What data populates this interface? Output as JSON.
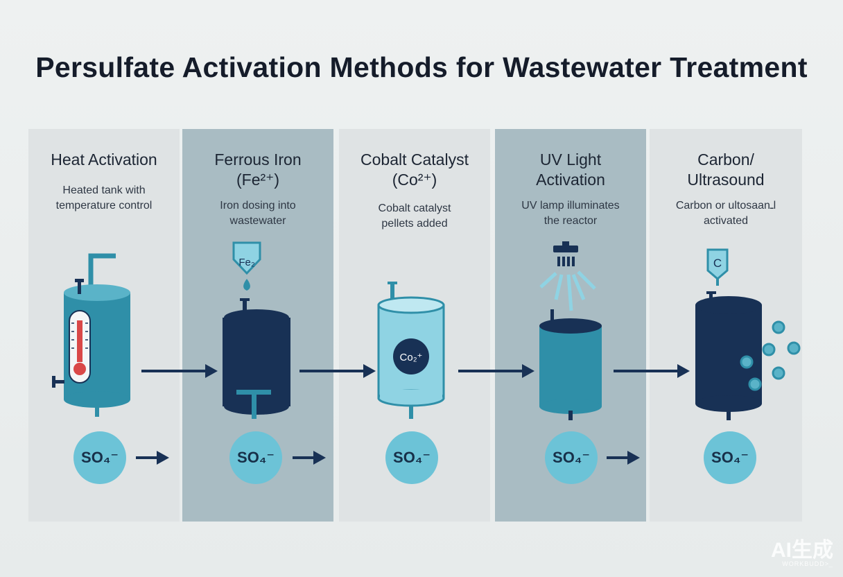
{
  "title": "Persulfate Activation Methods for Wastewater Treatment",
  "colors": {
    "panel_light": "#dfe3e4",
    "panel_dark": "#a9bcc3",
    "teal": "#2f8fa8",
    "navy": "#183155",
    "light_cyan": "#8fd3e3",
    "ion_fill": "#6cc3d7"
  },
  "panels": [
    {
      "heading": [
        "Heat Activation"
      ],
      "description": [
        "Heated tank with",
        "temperature control"
      ],
      "ion_label": "SO₄⁻",
      "icon": "heated-tank-thermometer-icon"
    },
    {
      "heading": [
        "Ferrous Iron",
        "(Fe²⁺)"
      ],
      "description": [
        "Iron dosing into",
        "wastewater"
      ],
      "ion_label": "SO₄⁻",
      "doser_label": "Fe₂",
      "icon": "iron-doser-tank-icon"
    },
    {
      "heading": [
        "Cobalt Catalyst",
        "(Co²⁺)"
      ],
      "description": [
        "Cobalt catalyst",
        "pellets added"
      ],
      "ion_label": "SO₄⁻",
      "tank_label": "Co₂⁺",
      "icon": "cobalt-tank-icon"
    },
    {
      "heading": [
        "UV Light",
        "Activation"
      ],
      "description": [
        "UV lamp illuminates",
        "the reactor"
      ],
      "ion_label": "SO₄⁻",
      "icon": "uv-lamp-reactor-icon"
    },
    {
      "heading": [
        "Carbon/",
        "Ultrasound"
      ],
      "description": [
        "Carbon or ultosaanـl",
        "activated"
      ],
      "ion_label": "SO₄⁻",
      "doser_label": "C",
      "icon": "carbon-ultrasound-tank-icon"
    }
  ],
  "watermark": {
    "line1": "AI生成",
    "line2": "WORKBUDD>_"
  }
}
